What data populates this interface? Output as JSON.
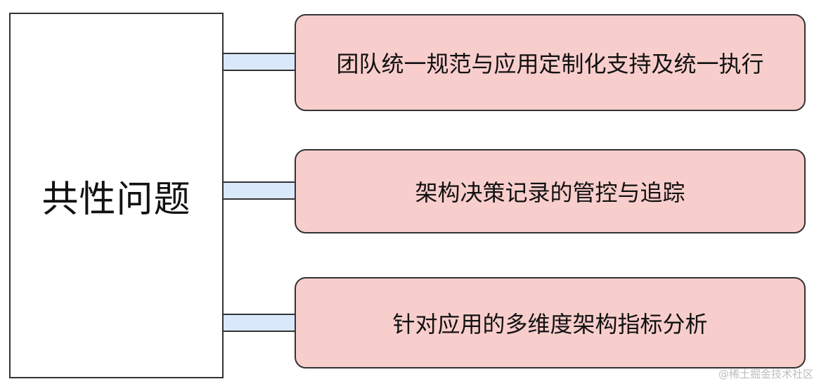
{
  "diagram": {
    "root": {
      "label": "共性问题"
    },
    "items": [
      {
        "label": "团队统一规范与应用定制化支持及统一执行"
      },
      {
        "label": "架构决策记录的管控与追踪"
      },
      {
        "label": "针对应用的多维度架构指标分析"
      }
    ]
  },
  "watermark": "@稀土掘金技术社区",
  "colors": {
    "root_fill": "#ffffff",
    "item_fill": "#f8cecc",
    "connector_fill": "#dae8fc",
    "stroke": "#333333"
  }
}
